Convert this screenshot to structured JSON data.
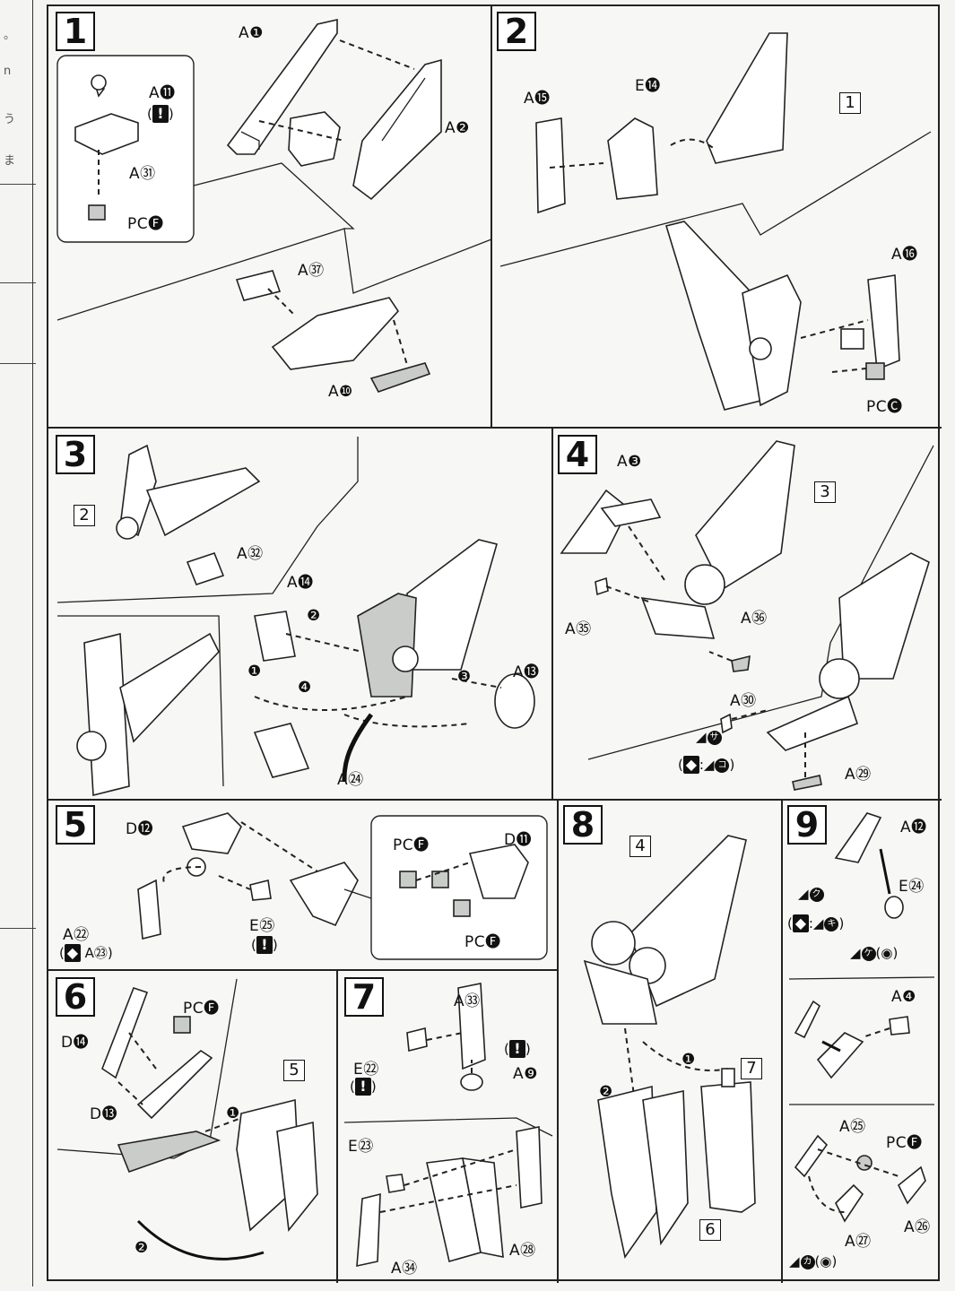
{
  "left_strip": {
    "glyphs": [
      "。",
      "n",
      "う",
      "ま"
    ]
  },
  "steps": [
    {
      "number": "1",
      "labels": {
        "a1": "A❶",
        "a2": "A❷",
        "a11": "A⓫",
        "a31": "A㉛",
        "pcf": "PC🅕",
        "a37": "A㊲",
        "a10": "A❿",
        "warn_paren_open": "(",
        "warn_paren_close": ")"
      }
    },
    {
      "number": "2",
      "labels": {
        "a15": "A⓯",
        "e14": "E⓮",
        "ref1": "1",
        "a16": "A⓰",
        "pcc": "PC🅒"
      }
    },
    {
      "number": "3",
      "labels": {
        "ref2": "2",
        "a32": "A㉜",
        "a14": "A⓮",
        "a13": "A⓭",
        "a24": "A㉔",
        "o1": "❶",
        "o2": "❷",
        "o3": "❸",
        "o4": "❹"
      }
    },
    {
      "number": "4",
      "labels": {
        "a3": "A❸",
        "ref3": "3",
        "a35": "A㉟",
        "a36": "A㊱",
        "a30": "A㉚",
        "sa": "サ",
        "a29": "A㉙",
        "ko": "コ"
      }
    },
    {
      "number": "5",
      "labels": {
        "d12": "D⓬",
        "a22": "A㉒",
        "a23": "A㉓",
        "e25": "E㉕",
        "pcf_top": "PC🅕",
        "d11": "D⓫",
        "pcf_bottom": "PC🅕"
      }
    },
    {
      "number": "6",
      "labels": {
        "pcf": "PC🅕",
        "d14": "D⓮",
        "d13": "D⓭",
        "ref5": "5",
        "o1": "❶",
        "o2": "❷"
      }
    },
    {
      "number": "7",
      "labels": {
        "a33": "A㉝",
        "e22": "E㉒",
        "a9": "A❾",
        "e23": "E㉓",
        "a34": "A㉞",
        "a28": "A㉘"
      }
    },
    {
      "number": "8",
      "labels": {
        "ref4": "4",
        "ref7": "7",
        "ref6": "6",
        "o1": "❶",
        "o2": "❷"
      }
    },
    {
      "number": "9",
      "labels": {
        "a12": "A⓬",
        "ku": "ク",
        "e24": "E㉔",
        "ki": "キ",
        "ke": "ケ",
        "a4": "A❹",
        "a25": "A㉕",
        "pcf": "PC🅕",
        "a26": "A㉖",
        "a27": "A㉗",
        "ka": "カ"
      }
    }
  ]
}
